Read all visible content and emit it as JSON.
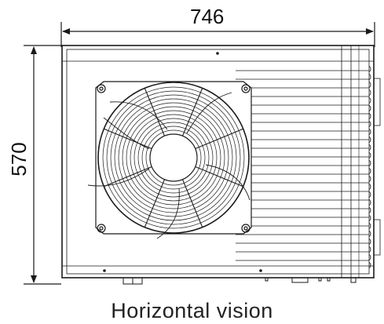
{
  "dimensions": {
    "width_label": "746",
    "height_label": "570"
  },
  "caption": "Horizontal vision",
  "colors": {
    "line": "#1a1a1a",
    "background": "#ffffff"
  }
}
